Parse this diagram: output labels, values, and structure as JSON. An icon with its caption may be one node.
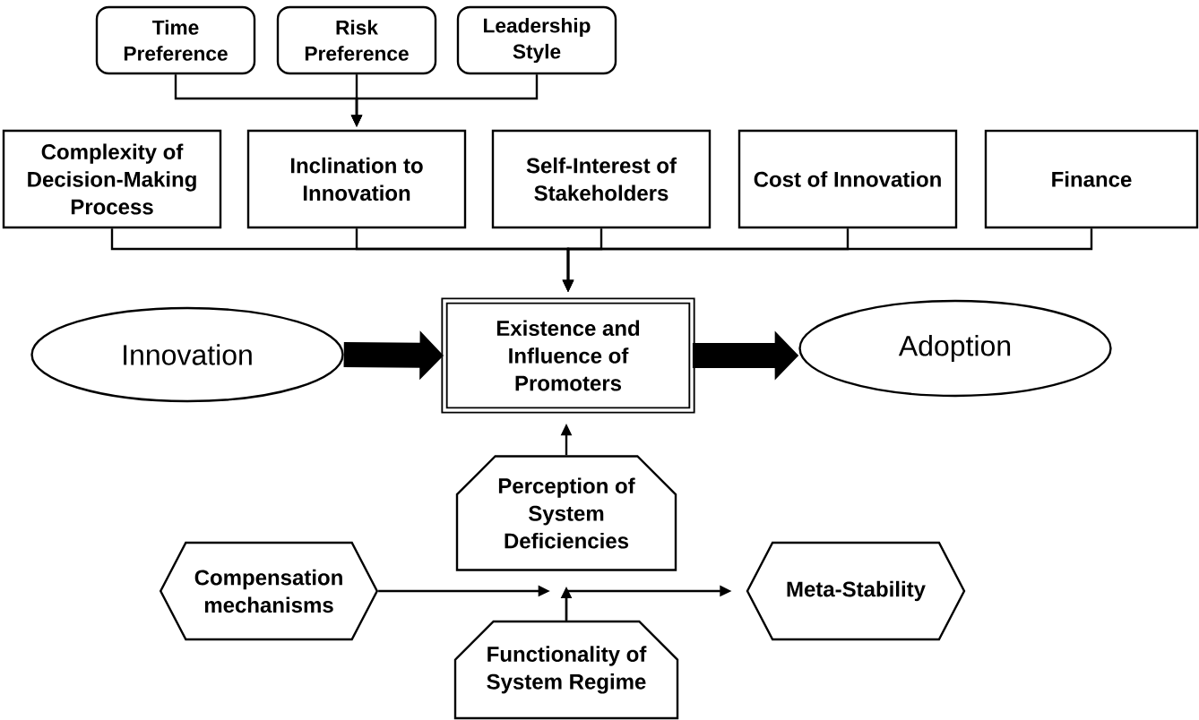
{
  "diagram": {
    "nodes": [
      {
        "text": [
          "Time Preference"
        ]
      },
      {
        "text": [
          "Risk Preference"
        ]
      },
      {
        "text": [
          "Leadership Style"
        ]
      },
      {
        "text": [
          "Complexity of Decision-Making Process"
        ]
      },
      {
        "text": [
          "Inclination to Innovation"
        ]
      },
      {
        "text": [
          "Self-Interest of Stakeholders"
        ]
      },
      {
        "text": [
          "Cost of Innovation"
        ]
      },
      {
        "text": [
          "Finance"
        ]
      },
      {
        "text": [
          "Innovation"
        ]
      },
      {
        "text": [
          "Existence and Influence of Promoters"
        ]
      },
      {
        "text": [
          "Adoption"
        ]
      },
      {
        "text": [
          "Perception of System Deficiencies"
        ]
      },
      {
        "text": [
          "Compensation mechanisms"
        ]
      },
      {
        "text": [
          "Meta-Stability"
        ]
      },
      {
        "text": [
          "Functionality of System Regime"
        ]
      }
    ],
    "edges": [
      {
        "from": 0,
        "to": 4,
        "arrow": "to"
      },
      {
        "from": 1,
        "to": 4,
        "arrow": "to"
      },
      {
        "from": 2,
        "to": 4,
        "arrow": "to"
      },
      {
        "from": 3,
        "to": 9,
        "arrow": "to"
      },
      {
        "from": 4,
        "to": 9,
        "arrow": "to"
      },
      {
        "from": 5,
        "to": 9,
        "arrow": "to"
      },
      {
        "from": 6,
        "to": 9,
        "arrow": "to"
      },
      {
        "from": 7,
        "to": 9,
        "arrow": "to"
      },
      {
        "from": 8,
        "to": 9,
        "arrow": "to",
        "style": "thick"
      },
      {
        "from": 9,
        "to": 10,
        "arrow": "to",
        "style": "thick"
      },
      {
        "from": 11,
        "to": 9,
        "arrow": "to"
      },
      {
        "from": 14,
        "to": 11,
        "arrow": "to"
      },
      {
        "from": 14,
        "to": 13,
        "arrow": "to"
      },
      {
        "from": 12,
        "to": 11,
        "arrow": "to"
      }
    ]
  }
}
